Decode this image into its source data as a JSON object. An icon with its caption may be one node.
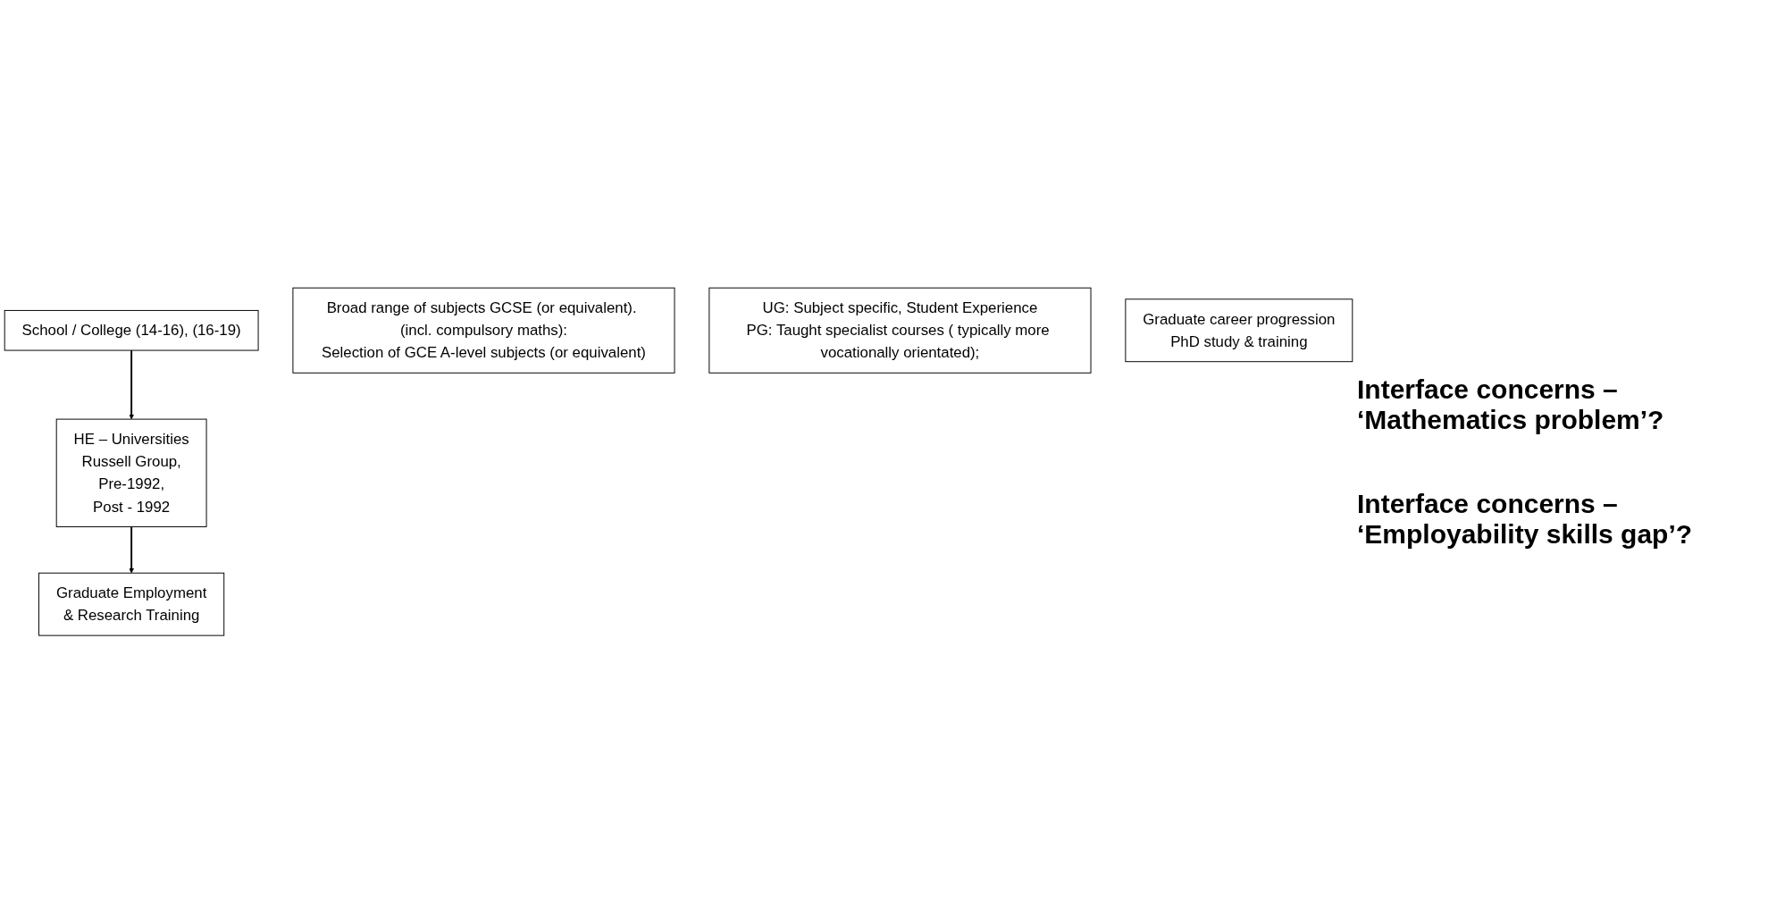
{
  "diagram": {
    "nodes": [
      {
        "text": [
          "School / College (14-16),  (16-19)"
        ]
      },
      {
        "text": [
          "HE – Universities",
          "Russell Group,",
          "Pre-1992,",
          "Post - 1992"
        ]
      },
      {
        "text": [
          "Graduate Employment",
          "& Research Training"
        ]
      },
      {
        "text": [
          "Broad range of subjects GCSE (or equivalent). (incl. compulsory maths):",
          "Selection of GCE A-level subjects (or equivalent)"
        ]
      },
      {
        "text": [
          "UG: Subject specific, Student Experience",
          "PG: Taught specialist courses ( typically more vocationally orientated);"
        ]
      },
      {
        "text": [
          "Graduate career progression",
          "PhD study & training"
        ]
      }
    ],
    "edges": [
      {
        "from": 0,
        "to": 1,
        "arrow": "to"
      },
      {
        "from": 1,
        "to": 2,
        "arrow": "to"
      }
    ],
    "labels": [
      "Interface concerns – ‘Mathematics problem’?",
      "Interface concerns – ‘Employability skills gap’?"
    ]
  }
}
